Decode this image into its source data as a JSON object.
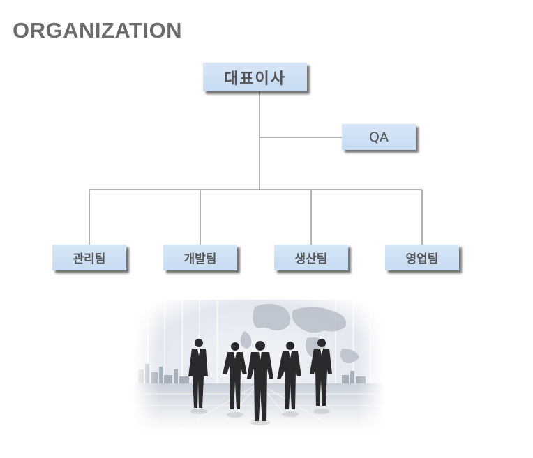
{
  "title": "ORGANIZATION",
  "nodes": {
    "ceo": "대표이사",
    "qa": "QA",
    "teams": [
      "관리팀",
      "개발팀",
      "생산팀",
      "영업팀"
    ]
  },
  "colors": {
    "box": "#c7dcf2",
    "text": "#555555",
    "line": "#666666",
    "title": "#6b6b6b"
  },
  "illustration": "business-people-world-map"
}
